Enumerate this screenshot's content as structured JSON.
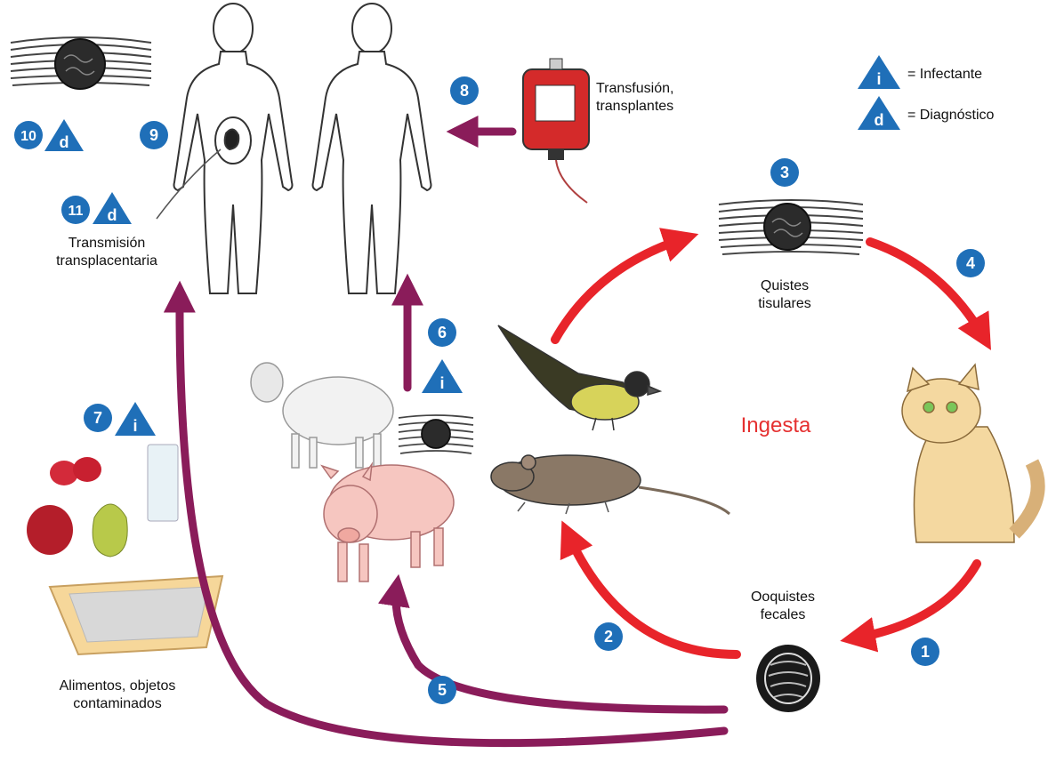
{
  "legend": {
    "infective": {
      "symbol": "i",
      "label": "= Infectante"
    },
    "diagnostic": {
      "symbol": "d",
      "label": "= Diagnóstico"
    }
  },
  "steps": [
    "1",
    "2",
    "3",
    "4",
    "5",
    "6",
    "7",
    "8",
    "9",
    "10",
    "11"
  ],
  "labels": {
    "transfusion": [
      "Transfusión,",
      "transplantes"
    ],
    "transplacental": [
      "Transmisión",
      "transplacentaria"
    ],
    "tissue_cysts": [
      "Quistes",
      "tisulares"
    ],
    "fecal_oocysts": [
      "Ooquistes",
      "fecales"
    ],
    "contaminated": [
      "Alimentos, objetos",
      "contaminados"
    ],
    "ingestion": "Ingesta"
  },
  "colors": {
    "step_badge": "#1f6fb8",
    "red_arrow": "#e8242a",
    "purple_arrow": "#8a1c5a",
    "ingesta_text": "#e53030"
  }
}
